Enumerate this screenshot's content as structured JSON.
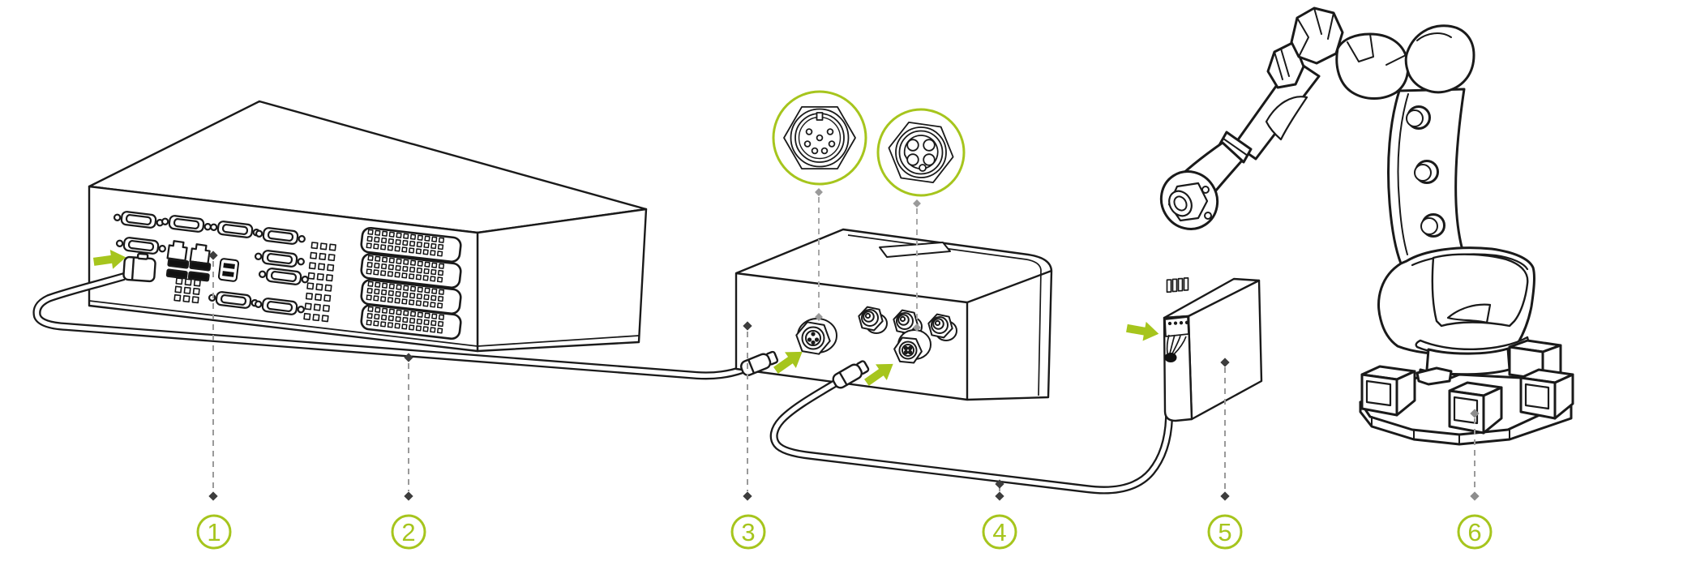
{
  "diagram": {
    "background": "#ffffff",
    "colors": {
      "accent": "#a6c51d",
      "line": "#1a1a1a",
      "leader": "#9a9a9a",
      "marker": "#3d3d3d"
    },
    "callouts": [
      "1",
      "2",
      "3",
      "4",
      "5",
      "6"
    ],
    "detail_badges": [
      {
        "icon": "m12-8pin-connector-face"
      },
      {
        "icon": "m12-4pin-connector-face"
      }
    ],
    "components": [
      {
        "icon": "industrial-pc"
      },
      {
        "icon": "pc-interface-cable"
      },
      {
        "icon": "camera-controller-box"
      },
      {
        "icon": "controller-terminal-cable"
      },
      {
        "icon": "terminal-connector-block"
      },
      {
        "icon": "robot-arm"
      }
    ]
  }
}
